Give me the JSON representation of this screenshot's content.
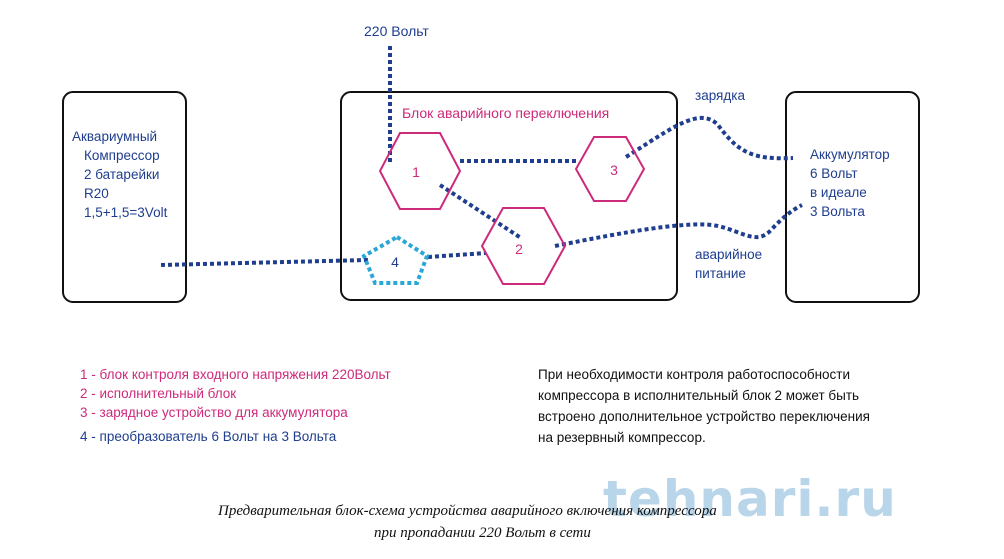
{
  "diagram": {
    "top_label": "220 Вольт",
    "left_box_lines": [
      "Аквариумный",
      "Компрессор",
      "2 батарейки",
      "R20",
      "1,5+1,5=3Volt"
    ],
    "center_box_title": "Блок аварийного переключения",
    "right_box_lines": [
      "Аккумулятор",
      "6 Вольт",
      "в идеале",
      "3 Вольта"
    ],
    "label_charging": "зарядка",
    "label_emergency": "аварийное\nпитание",
    "node_labels": {
      "n1": "1",
      "n2": "2",
      "n3": "3",
      "n4": "4"
    },
    "colors": {
      "blue": "#1f3e8f",
      "pink": "#cc2a7a",
      "cyan": "#2aa7d6",
      "box_border": "#111111"
    }
  },
  "legend": [
    "1 -  блок контроля входного напряжения 220Вольт",
    "2 -  исполнительный блок",
    "3 -  зарядное устройство для аккумулятора",
    "4 - преобразователь 6 Вольт на 3 Вольта"
  ],
  "note_lines": [
    "При необходимости контроля работоспособности",
    "компрессора в исполнительный блок 2 может быть",
    "встроено дополнительное устройство переключения",
    "на резервный компрессор."
  ],
  "caption_lines": [
    "Предварительная блок-схема устройства аварийного включения компрессора",
    "при пропадании 220 Вольт в сети"
  ],
  "watermark": "tehnari.ru"
}
